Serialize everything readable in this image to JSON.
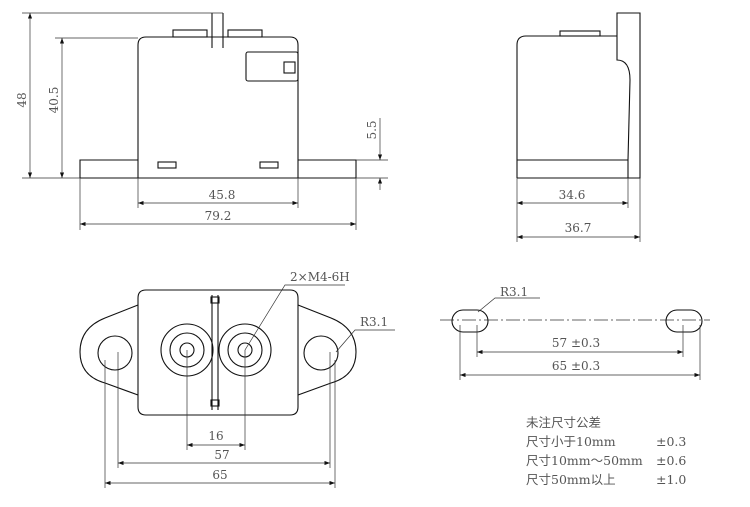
{
  "front_view": {
    "height_total": "48",
    "height_body": "40.5",
    "flange_thickness": "5.5",
    "body_width": "45.8",
    "flange_width": "79.2"
  },
  "side_view": {
    "body_depth": "34.6",
    "total_depth": "36.7"
  },
  "bottom_view": {
    "thread_label": "2×M4-6H",
    "slot_radius": "R3.1",
    "terminal_spacing": "16",
    "hole_spacing": "57",
    "overall_width": "65"
  },
  "profile_view": {
    "slot_radius": "R3.1",
    "hole_spacing": "57 ±0.3",
    "overall_width": "65 ±0.3"
  },
  "tolerance_notes": {
    "title": "未注尺寸公差",
    "rows": [
      {
        "range": "尺寸小于10mm",
        "tol": "±0.3"
      },
      {
        "range": "尺寸10mm～50mm",
        "tol": "±0.6"
      },
      {
        "range": "尺寸50mm以上",
        "tol": "±1.0"
      }
    ]
  }
}
